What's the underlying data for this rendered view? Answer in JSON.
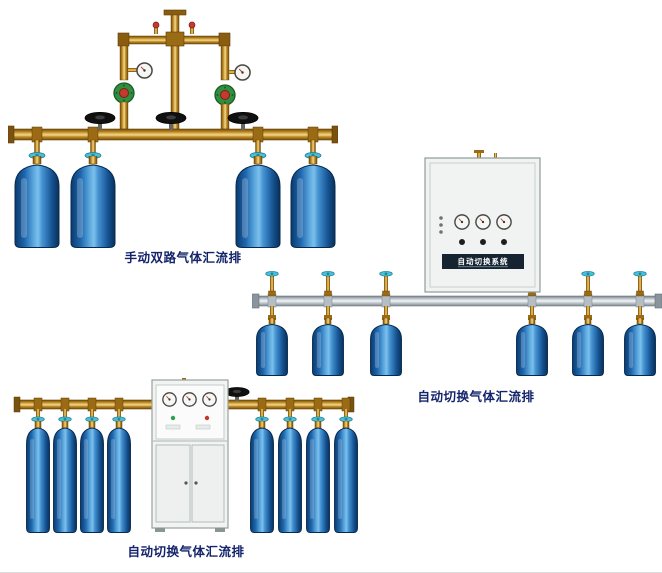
{
  "page": {
    "background": "#ffffff"
  },
  "products": [
    {
      "id": "manual-dual-manifold",
      "caption": "手动双路气体汇流排",
      "cylinder_count": 4
    },
    {
      "id": "auto-switch-manifold-wall",
      "caption": "自动切换气体汇流排",
      "cabinet_label": "自动切换系统",
      "cylinder_count": 6
    },
    {
      "id": "auto-switch-manifold-floor",
      "caption": "自动切换气体汇流排",
      "cylinder_count": 8
    }
  ],
  "colors": {
    "brass": "#c9952d",
    "silver_pipe": "#cdd5da",
    "cylinder_blue": "#2d7ec7",
    "valve_teal": "#49c0d8",
    "cabinet_body": "#f1f4f2",
    "caption_text": "#14246b"
  }
}
